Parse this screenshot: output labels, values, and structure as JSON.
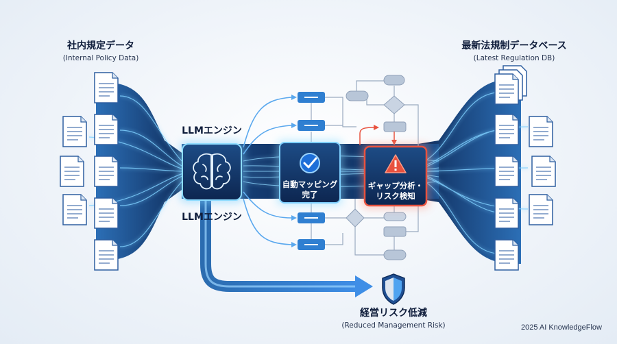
{
  "left_source": {
    "title": "社内規定データ",
    "subtitle": "(Internal Policy Data)"
  },
  "right_source": {
    "title": "最新法規制データベース",
    "subtitle": "(Latest Regulation DB)"
  },
  "engine": {
    "label_top": "LLMエンジン",
    "label_bottom": "LLMエンジン"
  },
  "mapping_card": {
    "line1": "自動マッピング",
    "line2": "完了"
  },
  "gap_card": {
    "line1": "ギャップ分析・",
    "line2": "リスク検知"
  },
  "outcome": {
    "title": "経営リスク低減",
    "subtitle": "(Reduced Management Risk)"
  },
  "footer": {
    "credit": "2025 AI KnowledgeFlow"
  },
  "icons": {
    "engine": "brain-icon",
    "mapping": "checkmark-icon",
    "gap": "warning-icon",
    "outcome": "shield-icon",
    "document": "document-icon"
  },
  "colors": {
    "navy": "#0f2d5c",
    "accent_blue": "#3b9cf2",
    "glow": "#7fd0ff",
    "alert_red": "#e8523f",
    "page_bg": "#eef3f9"
  }
}
